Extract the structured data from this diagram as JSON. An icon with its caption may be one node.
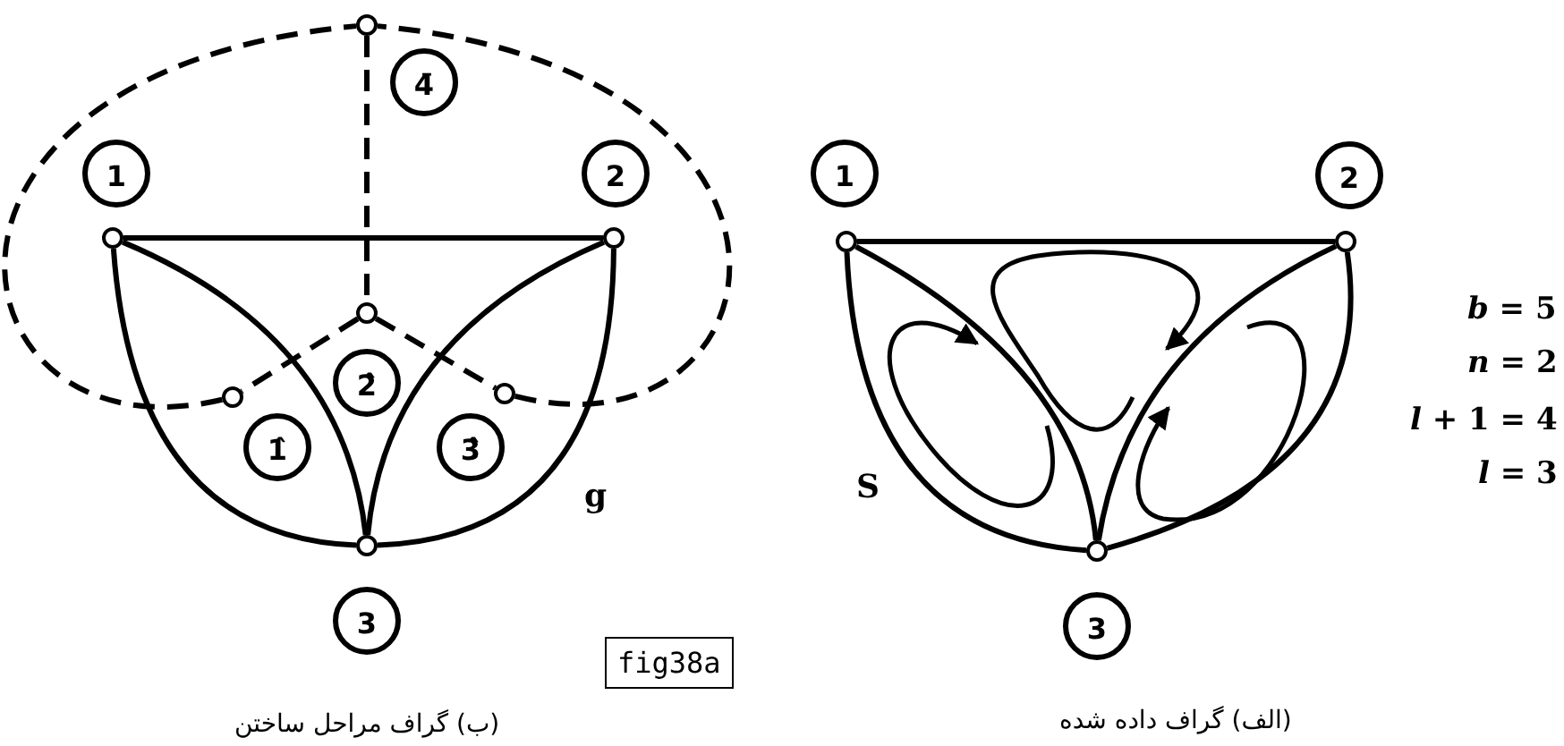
{
  "diagram": {
    "nodes": [
      {
        "text": [],
        "shape": "circle"
      },
      {
        "text": [
          "4̄"
        ]
      },
      {
        "text": [
          "1"
        ]
      },
      {
        "text": [
          "2"
        ]
      },
      {
        "text": [],
        "shape": "circle"
      },
      {
        "text": [],
        "shape": "circle"
      },
      {
        "text": [],
        "shape": "circle"
      },
      {
        "text": [
          "2̂"
        ]
      },
      {
        "text": [],
        "shape": "circle"
      },
      {
        "text": [],
        "shape": "circle"
      },
      {
        "text": [
          "1̂"
        ]
      },
      {
        "text": [
          "3̂"
        ]
      },
      {
        "text": [],
        "shape": "circle"
      },
      {
        "text": [
          "3"
        ]
      },
      {
        "text": [
          "1"
        ]
      },
      {
        "text": [
          "2"
        ]
      },
      {
        "text": [],
        "shape": "circle"
      },
      {
        "text": [],
        "shape": "circle"
      },
      {
        "text": [],
        "shape": "circle"
      },
      {
        "text": [
          "3"
        ]
      }
    ],
    "edges": [
      {
        "from": 4,
        "to": 5,
        "arrow": "none"
      },
      {
        "from": 4,
        "to": 12,
        "arrow": "none"
      },
      {
        "from": 4,
        "to": 12,
        "arrow": "none"
      },
      {
        "from": 5,
        "to": 12,
        "arrow": "none"
      },
      {
        "from": 5,
        "to": 12,
        "arrow": "none"
      },
      {
        "from": 0,
        "to": 6,
        "arrow": "none",
        "style": "dashed"
      },
      {
        "from": 6,
        "to": 8,
        "arrow": "none",
        "style": "dashed"
      },
      {
        "from": 6,
        "to": 9,
        "arrow": "none",
        "style": "dashed"
      },
      {
        "from": 8,
        "to": 0,
        "arrow": "none",
        "style": "dashed"
      },
      {
        "from": 9,
        "to": 0,
        "arrow": "none",
        "style": "dashed"
      },
      {
        "from": 16,
        "to": 17,
        "arrow": "none"
      },
      {
        "from": 16,
        "to": 18,
        "arrow": "none"
      },
      {
        "from": 16,
        "to": 18,
        "arrow": "none"
      },
      {
        "from": 17,
        "to": 18,
        "arrow": "none"
      },
      {
        "from": 17,
        "to": 18,
        "arrow": "none"
      }
    ],
    "labels": [
      "*b* = 5",
      "*n* = 2",
      "*l* + 1 = 4",
      "*l* = 3",
      "S",
      "g",
      "fig38a",
      "(ب) گراف مراحل ساختن",
      "(الف) گراف داده شده"
    ]
  }
}
